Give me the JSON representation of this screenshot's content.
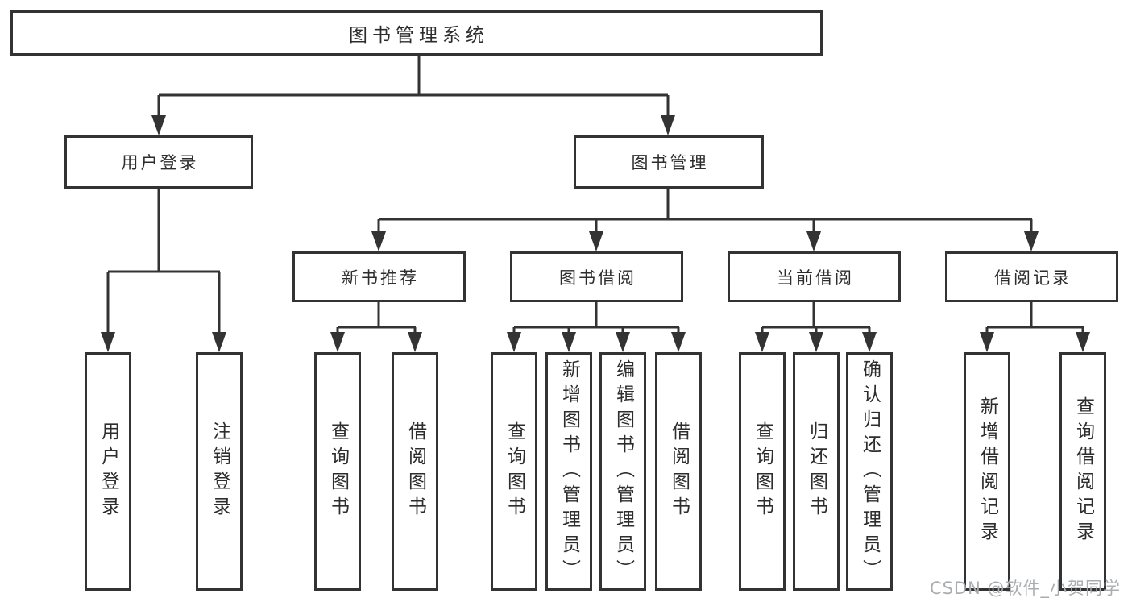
{
  "colors": {
    "line": "#333333",
    "text": "#2d2d2d",
    "background": "#ffffff",
    "watermark_color": "#aaadb0"
  },
  "tree": {
    "root": "图书管理系统",
    "level2": [
      {
        "label": "用户登录",
        "children": [
          "用户登录",
          "注销登录"
        ]
      },
      {
        "label": "图书管理",
        "children": [
          {
            "label": "新书推荐",
            "children": [
              "查询图书",
              "借阅图书"
            ]
          },
          {
            "label": "图书借阅",
            "children": [
              "查询图书",
              "新增图书（管理员）",
              "编辑图书（管理员）",
              "借阅图书"
            ]
          },
          {
            "label": "当前借阅",
            "children": [
              "查询图书",
              "归还图书",
              "确认归还（管理员）"
            ]
          },
          {
            "label": "借阅记录",
            "children": [
              "新增借阅记录",
              "查询借阅记录"
            ]
          }
        ]
      }
    ]
  },
  "watermark": {
    "text": "CSDN @软件_小贺同学"
  }
}
